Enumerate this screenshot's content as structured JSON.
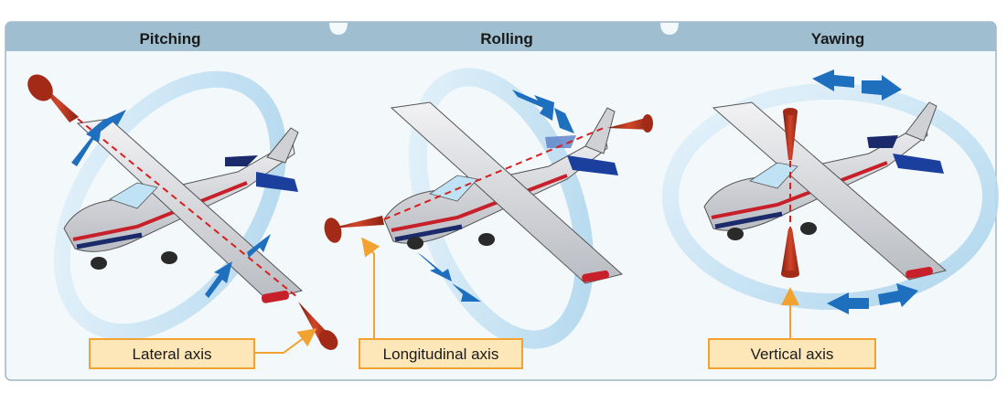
{
  "panels": [
    {
      "title": "Pitching",
      "axis_label": "Lateral axis"
    },
    {
      "title": "Rolling",
      "axis_label": "Longitudinal axis"
    },
    {
      "title": "Yawing",
      "axis_label": "Vertical axis"
    }
  ],
  "colors": {
    "header_band": "#9fbfd0",
    "panel_bg": "#f3f8fb",
    "panel_border": "#8aa6b8",
    "ring": "#bfe0f2",
    "arrow": "#1f6fbf",
    "axis_cone": "#c0392b",
    "axis_line": "#d62020",
    "label_box_fill": "#fde7b8",
    "label_box_border": "#f2a230",
    "fuselage": "#d9d9dc",
    "stripe_red": "#c8202a",
    "stripe_navy": "#1b2a6b"
  }
}
